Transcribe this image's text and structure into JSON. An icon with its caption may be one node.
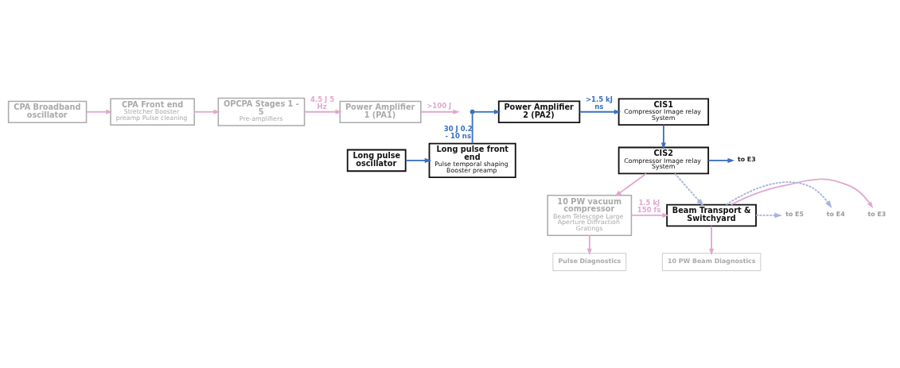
{
  "diagram": {
    "nodes": [
      {
        "text": [
          "CPA Broadband oscillator"
        ]
      },
      {
        "text": [
          "CPA Front end",
          "Stretcher Booster preamp Pulse cleaning"
        ]
      },
      {
        "text": [
          "OPCPA Stages 1 - 5",
          "Pre-amplifiers"
        ]
      },
      {
        "text": [
          "Power Amplifier 1 (PA1)"
        ]
      },
      {
        "text": [],
        "shape": "circle"
      },
      {
        "text": [
          "Power Amplifier 2 (PA2)"
        ]
      },
      {
        "text": [
          "CIS1",
          "Compressor Image relay System"
        ]
      },
      {
        "text": [
          "Long pulse oscillator"
        ]
      },
      {
        "text": [
          "Long pulse front end",
          "Pulse temporal shaping Booster preamp"
        ]
      },
      {
        "text": [
          "CIS2",
          "Compressor Image relay System"
        ]
      },
      {
        "text": [
          "to E3"
        ]
      },
      {
        "text": [
          "10 PW vacuum compressor",
          "Beam Telescope Large Aperture Diffraction Gratings"
        ]
      },
      {
        "text": [
          "Pulse Diagnostics"
        ]
      },
      {
        "text": [
          "to E3"
        ]
      },
      {
        "text": [
          "to E4"
        ]
      },
      {
        "text": [
          "to E5"
        ]
      },
      {
        "text": [
          "Beam Transport & Switchyard"
        ]
      },
      {
        "text": [
          "10 PW Beam Diagnostics"
        ]
      }
    ],
    "edges": [
      {
        "from": 0,
        "to": 1,
        "arrow": "to",
        "color": "#e0a8d0"
      },
      {
        "from": 1,
        "to": 2,
        "arrow": "to",
        "color": "#e0a8d0"
      },
      {
        "from": 2,
        "to": 3,
        "arrow": "to",
        "label": "4.5 J 5 Hz",
        "color": "#e0a8d0"
      },
      {
        "from": 3,
        "to": null,
        "arrow": "to",
        "label": ">100 J",
        "color": "#e0a8d0"
      },
      {
        "from": 4,
        "to": 5,
        "arrow": "to",
        "color": "#3a6fc0"
      },
      {
        "from": 5,
        "to": 6,
        "arrow": "to",
        "label": ">1.5 kJ ns",
        "color": "#3a6fc0"
      },
      {
        "from": 7,
        "to": 8,
        "arrow": "to",
        "color": "#3a6fc0"
      },
      {
        "from": 8,
        "to": 4,
        "arrow": "none",
        "label": "30 J 0.2 - 10 ns",
        "color": "#3a6fc0"
      },
      {
        "from": 6,
        "to": 9,
        "arrow": "to",
        "color": "#3a6fc0"
      },
      {
        "from": 9,
        "to": 10,
        "arrow": "to",
        "color": "#3a6fc0"
      },
      {
        "from": 9,
        "to": 16,
        "arrow": "to",
        "style": "dashed",
        "color": "#a8b4e0"
      },
      {
        "from": 9,
        "to": 11,
        "arrow": "to",
        "color": "#e0a8d0"
      },
      {
        "from": 11,
        "to": 16,
        "arrow": "to",
        "label": "1.5 kJ 150 fs",
        "color": "#e0a8d0"
      },
      {
        "from": 11,
        "to": 12,
        "arrow": "to",
        "color": "#e0a8d0"
      },
      {
        "from": 16,
        "to": 13,
        "arrow": "to",
        "color": "#e0a8d0"
      },
      {
        "from": 16,
        "to": 14,
        "arrow": "to",
        "style": "dashed",
        "color": "#a8b4e0"
      },
      {
        "from": 16,
        "to": 15,
        "arrow": "to",
        "style": "dashed",
        "color": "#a8b4e0"
      },
      {
        "from": 16,
        "to": 17,
        "arrow": "to",
        "color": "#e0a8d0"
      }
    ]
  }
}
